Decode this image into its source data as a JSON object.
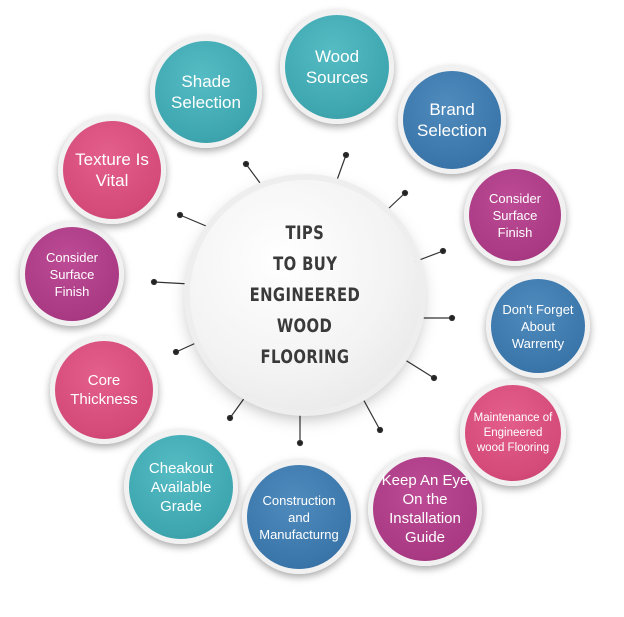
{
  "center": {
    "lines": [
      "TIPS",
      "TO BUY",
      "ENGINEERED",
      "WOOD",
      "FLOORING"
    ]
  },
  "tips": [
    {
      "id": "wood-sources",
      "text": "Wood Sources",
      "color": "#3ea6af"
    },
    {
      "id": "brand-selection",
      "text": "Brand Selection",
      "color": "#3b76aa"
    },
    {
      "id": "consider-surface-finish-right",
      "text": "Consider Surface Finish",
      "color": "#aa3a84"
    },
    {
      "id": "dont-forget-about-warrenty",
      "text": "Don't Forget About Warrenty",
      "color": "#3b76aa"
    },
    {
      "id": "maintenance",
      "text": "Maintenance of Engineered wood Flooring",
      "color": "#d44a79"
    },
    {
      "id": "installation-guide",
      "text": "Keep An Eye On the Installation Guide",
      "color": "#aa3a84"
    },
    {
      "id": "construction",
      "text": "Construction and Manufacturng",
      "color": "#3b76aa"
    },
    {
      "id": "available-grade",
      "text": "Cheakout Available Grade",
      "color": "#3ea6af"
    },
    {
      "id": "core-thickness",
      "text": "Core Thickness",
      "color": "#d44a79"
    },
    {
      "id": "consider-surface-finish-left",
      "text": "Consider Surface Finish",
      "color": "#aa3a84"
    },
    {
      "id": "texture",
      "text": "Texture Is Vital",
      "color": "#d44a79"
    },
    {
      "id": "shade-selection",
      "text": "Shade Selection",
      "color": "#3ea6af"
    }
  ]
}
